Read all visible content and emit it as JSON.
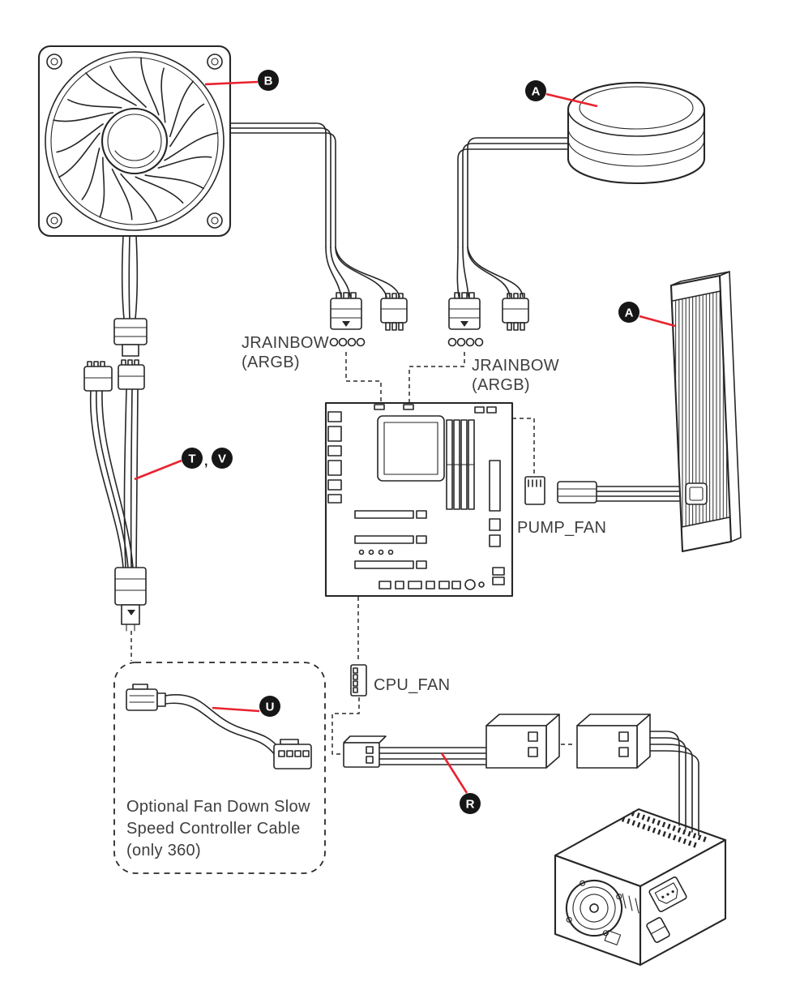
{
  "diagram": {
    "badges": {
      "fan": "B",
      "pump": "A",
      "radiator": "A",
      "splitter_t": "T",
      "splitter_comma": ",",
      "splitter_v": "V",
      "optional_cable": "U",
      "psu_cable": "R"
    },
    "labels": {
      "jrainbow_left_line1": "JRAINBOW",
      "jrainbow_left_line2": "(ARGB)",
      "jrainbow_right_line1": "JRAINBOW",
      "jrainbow_right_line2": "(ARGB)",
      "pump_fan": "PUMP_FAN",
      "cpu_fan": "CPU_FAN",
      "optional_note_line1": "Optional Fan Down Slow",
      "optional_note_line2": "Speed Controller Cable",
      "optional_note_line3": "(only 360)"
    },
    "colors": {
      "line": "#262626",
      "callout": "#e8232f",
      "badge_fill": "#161616",
      "badge_text": "#ffffff",
      "text": "#3e3e3e",
      "background": "#ffffff"
    }
  }
}
